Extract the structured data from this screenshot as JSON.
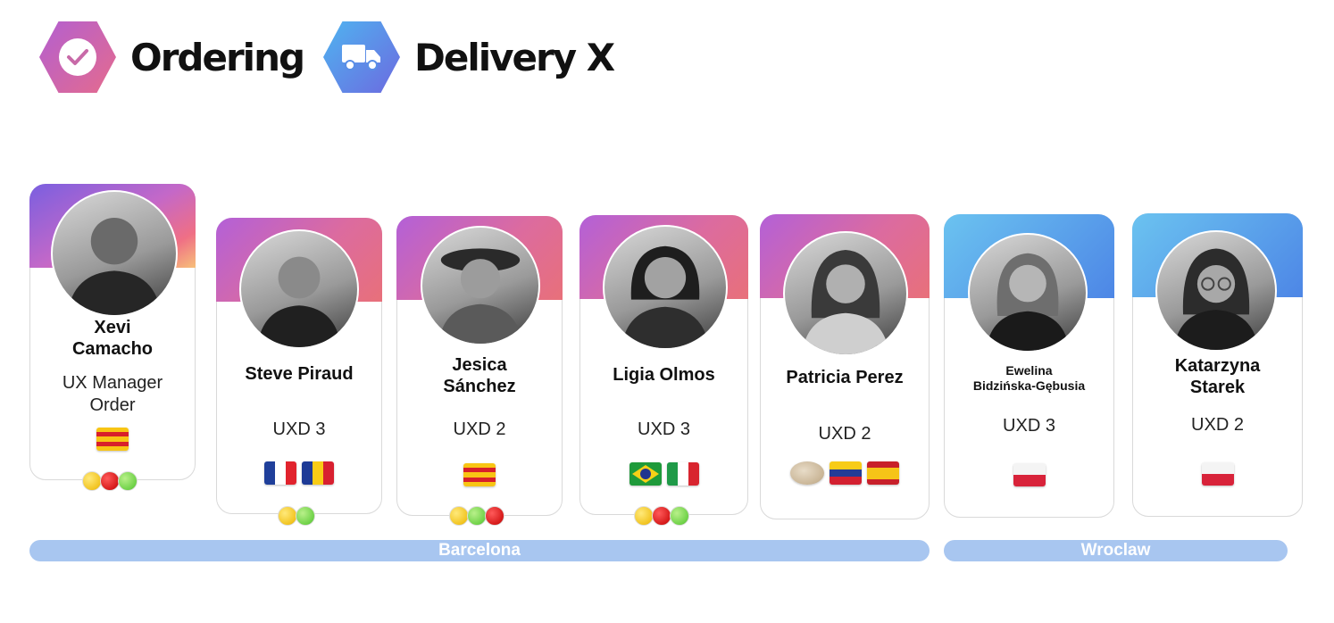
{
  "brands": [
    {
      "label": "Ordering",
      "icon": "check-circle-icon"
    },
    {
      "label": "Delivery X",
      "icon": "truck-icon"
    }
  ],
  "people": [
    {
      "name_line1": "Xevi",
      "name_line2": "Camacho",
      "role_line1": "UX Manager",
      "role_line2": "Order",
      "flags": [
        "catalonia"
      ],
      "skill_dots": [
        "yellow",
        "red",
        "green"
      ],
      "header_color": "manager"
    },
    {
      "name_line1": "Steve Piraud",
      "role_line1": "UXD 3",
      "flags": [
        "france",
        "romania"
      ],
      "skill_dots": [
        "yellow",
        "green"
      ],
      "header_color": "purple"
    },
    {
      "name_line1": "Jesica",
      "name_line2": "Sánchez",
      "role_line1": "UXD 2",
      "flags": [
        "catalonia"
      ],
      "skill_dots": [
        "yellow",
        "green",
        "red"
      ],
      "header_color": "purple"
    },
    {
      "name_line1": "Ligia Olmos",
      "role_line1": "UXD 3",
      "flags": [
        "brazil",
        "italy"
      ],
      "skill_dots": [
        "yellow",
        "red",
        "green"
      ],
      "header_color": "purple"
    },
    {
      "name_line1": "Patricia Perez",
      "role_line1": "UXD 2",
      "flags": [
        "arepa",
        "venezuela",
        "spain"
      ],
      "skill_dots": [],
      "header_color": "purple"
    },
    {
      "name_line1": "Ewelina",
      "name_line2": "Bidzińska-Gębusia",
      "role_line1": "UXD 3",
      "flags": [
        "poland"
      ],
      "skill_dots": [],
      "header_color": "blue"
    },
    {
      "name_line1": "Katarzyna",
      "name_line2": "Starek",
      "role_line1": "UXD 2",
      "flags": [
        "poland"
      ],
      "skill_dots": [],
      "header_color": "blue"
    }
  ],
  "locations": [
    {
      "label": "Barcelona"
    },
    {
      "label": "Wroclaw"
    }
  ],
  "colors": {
    "purple_band": "#c466b8",
    "blue_band": "#5a9ae8",
    "location_bar": "#a8c6f0"
  }
}
